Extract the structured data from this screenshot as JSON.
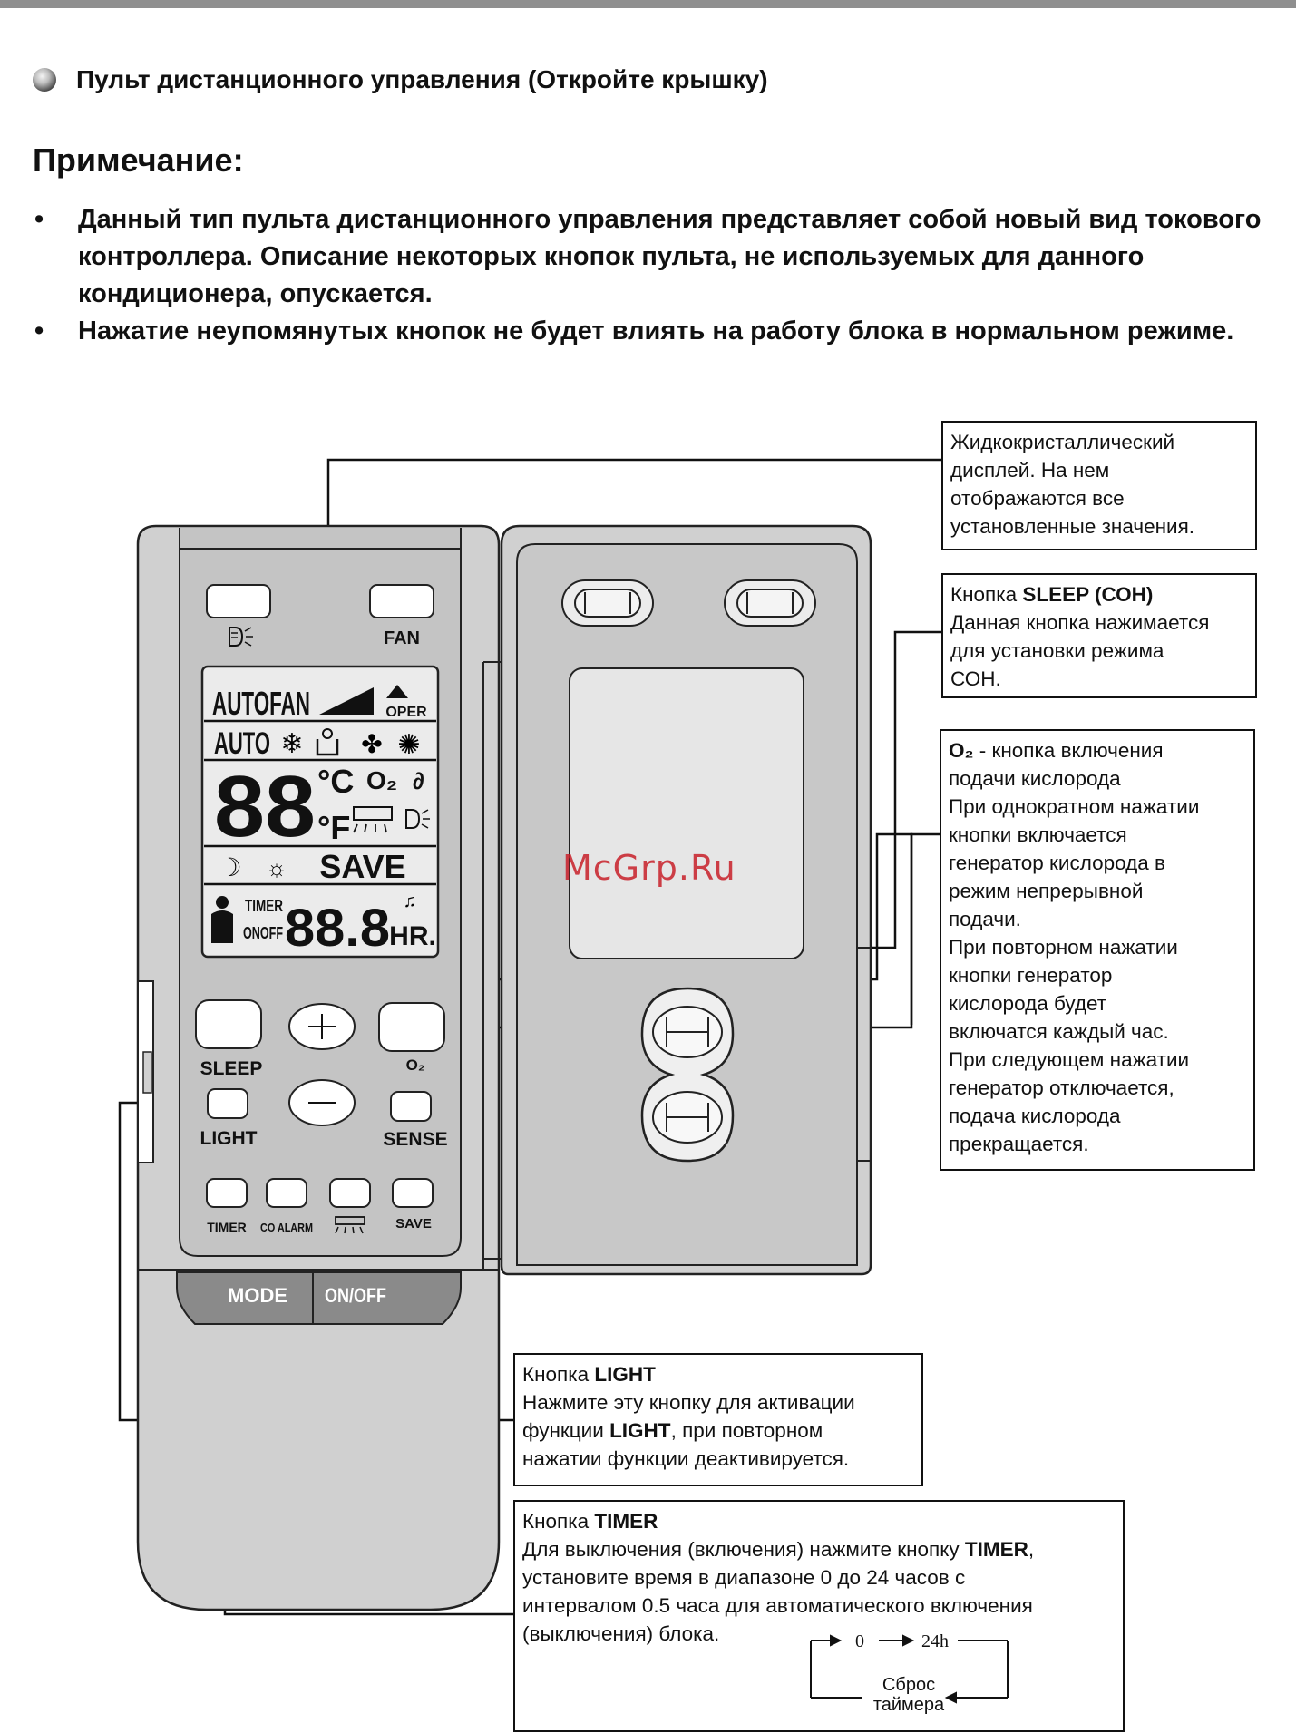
{
  "heading": "Пульт дистанционного управления  (Откройте крышку)",
  "note_title": "Примечание:",
  "bullets": [
    "Данный тип пульта дистанционного управления представляет собой новый вид токового контроллера. Описание некоторых кнопок пульта, не используемых для данного кондиционера, опускается.",
    "Нажатие неупомянутых кнопок не будет влиять на работу блока в нормальном режиме."
  ],
  "watermark": "McGrp.Ru",
  "remote": {
    "buttons": {
      "fan": "FAN",
      "sleep": "SLEEP",
      "o2": "O₂",
      "light": "LIGHT",
      "sense": "SENSE",
      "timer": "TIMER",
      "co_alarm": "CO ALARM",
      "save": "SAVE",
      "mode": "MODE",
      "on_off": "ON/OFF"
    },
    "lcd": {
      "autofan": "AUTOFAN",
      "oper": "OPER",
      "auto": "AUTO",
      "digits_temp": "88",
      "celsius": "°C",
      "fahrenheit": "°F",
      "o2": "O₂",
      "save": "SAVE",
      "timer": "TIMER",
      "onoff": "ONOFF",
      "digits_time": "88.8",
      "hr": "HR."
    }
  },
  "callouts": {
    "lcd": {
      "lines": [
        "Жидкокристаллический",
        "дисплей. На нем",
        "отображаются все",
        "установленные значения."
      ]
    },
    "sleep": {
      "prefix": "Кнопка ",
      "title": "SLEEP (СОН)",
      "lines": [
        "Данная кнопка нажимается",
        "для установки режима",
        "СОН."
      ]
    },
    "o2": {
      "title": "O₂",
      "suffix": " - кнопка включения",
      "lines": [
        "подачи кислорода",
        "При однократном нажатии",
        "кнопки включается",
        "генератор кислорода в",
        "режим непрерывной",
        "подачи.",
        "При повторном нажатии",
        "кнопки генератор",
        "кислорода будет",
        "включатся каждый час.",
        "При следующем нажатии",
        "генератор отключается,",
        "подача кислорода",
        "прекращается."
      ]
    },
    "light": {
      "prefix": "Кнопка ",
      "title": "LIGHT",
      "line1": "Нажмите эту кнопку для активации",
      "line2_a": "функции ",
      "line2_b": "LIGHT",
      "line2_c": ", при повторном",
      "line3": "нажатии функции деактивируется."
    },
    "timer": {
      "prefix": "Кнопка ",
      "title": "TIMER",
      "line1_a": "Для выключения (включения) нажмите кнопку ",
      "line1_b": "TIMER",
      "line1_c": ",",
      "line2": "установите время в диапазоне 0 до 24 часов с",
      "line3": "интервалом 0.5 часа для автоматического включения",
      "line4": "(выключения) блока.",
      "diagram": {
        "start": "0",
        "end": "24h",
        "reset_line1": "Сброс",
        "reset_line2": "таймера"
      }
    }
  }
}
